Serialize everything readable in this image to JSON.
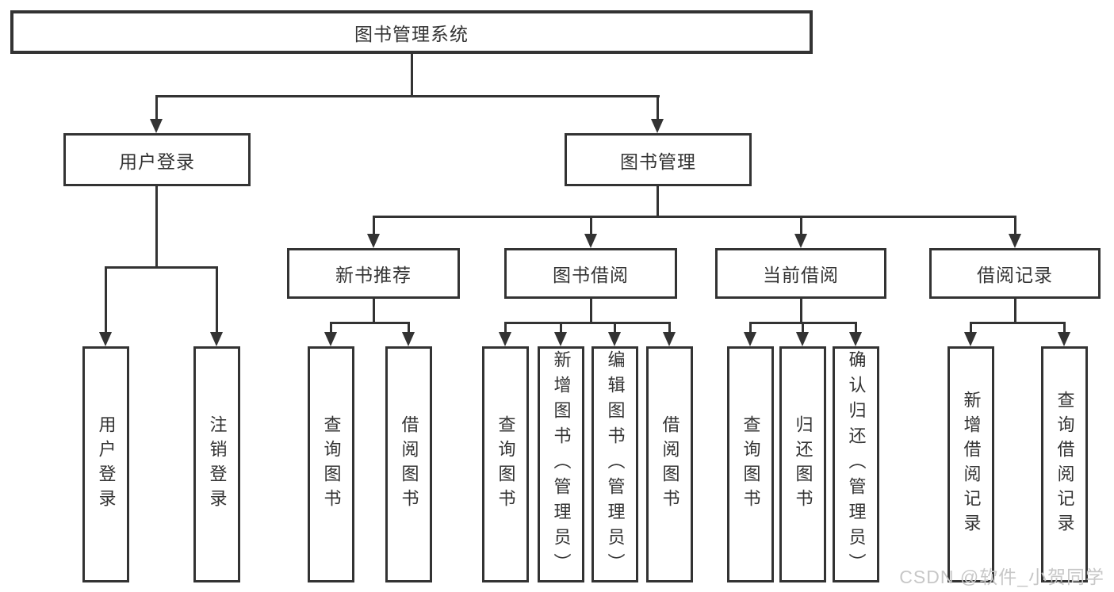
{
  "diagram": {
    "root": {
      "label": "图书管理系统"
    },
    "user_login_branch": {
      "label": "用户登录",
      "children": [
        {
          "label": "用户登录"
        },
        {
          "label": "注销登录"
        }
      ]
    },
    "book_mgmt_branch": {
      "label": "图书管理",
      "sections": [
        {
          "label": "新书推荐",
          "children": [
            {
              "label": "查询图书"
            },
            {
              "label": "借阅图书"
            }
          ]
        },
        {
          "label": "图书借阅",
          "children": [
            {
              "label": "查询图书"
            },
            {
              "label": "新增图书（管理员）"
            },
            {
              "label": "编辑图书（管理员）"
            },
            {
              "label": "借阅图书"
            }
          ]
        },
        {
          "label": "当前借阅",
          "children": [
            {
              "label": "查询图书"
            },
            {
              "label": "归还图书"
            },
            {
              "label": "确认归还（管理员）"
            }
          ]
        },
        {
          "label": "借阅记录",
          "children": [
            {
              "label": "新增借阅记录"
            },
            {
              "label": "查询借阅记录"
            }
          ]
        }
      ]
    }
  },
  "watermark": {
    "text": "CSDN @软件_小贺同学"
  },
  "colors": {
    "line": "#333333",
    "text": "#333333",
    "watermark": "#c7c7c7",
    "background": "#ffffff"
  }
}
